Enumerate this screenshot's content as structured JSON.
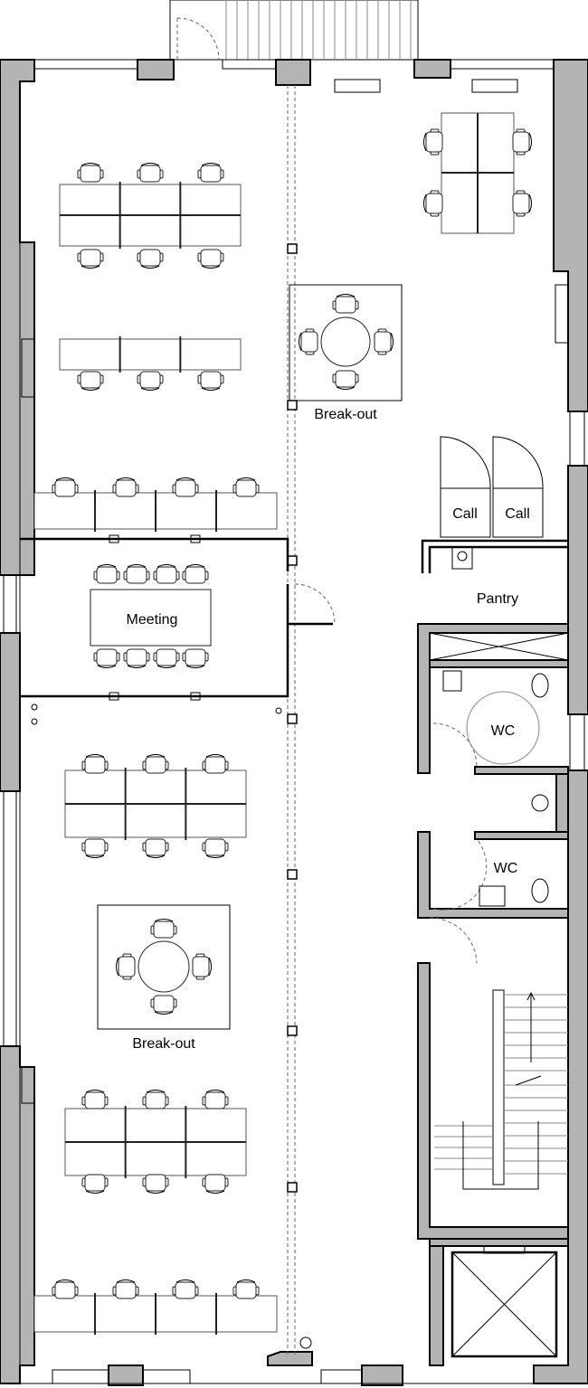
{
  "labels": {
    "breakout_top": "Break-out",
    "call_1": "Call",
    "call_2": "Call",
    "pantry": "Pantry",
    "meeting": "Meeting",
    "wc_1": "WC",
    "wc_2": "WC",
    "breakout_bottom": "Break-out"
  },
  "colors": {
    "wall_fill": "#b4b4b4",
    "line": "#000000"
  }
}
